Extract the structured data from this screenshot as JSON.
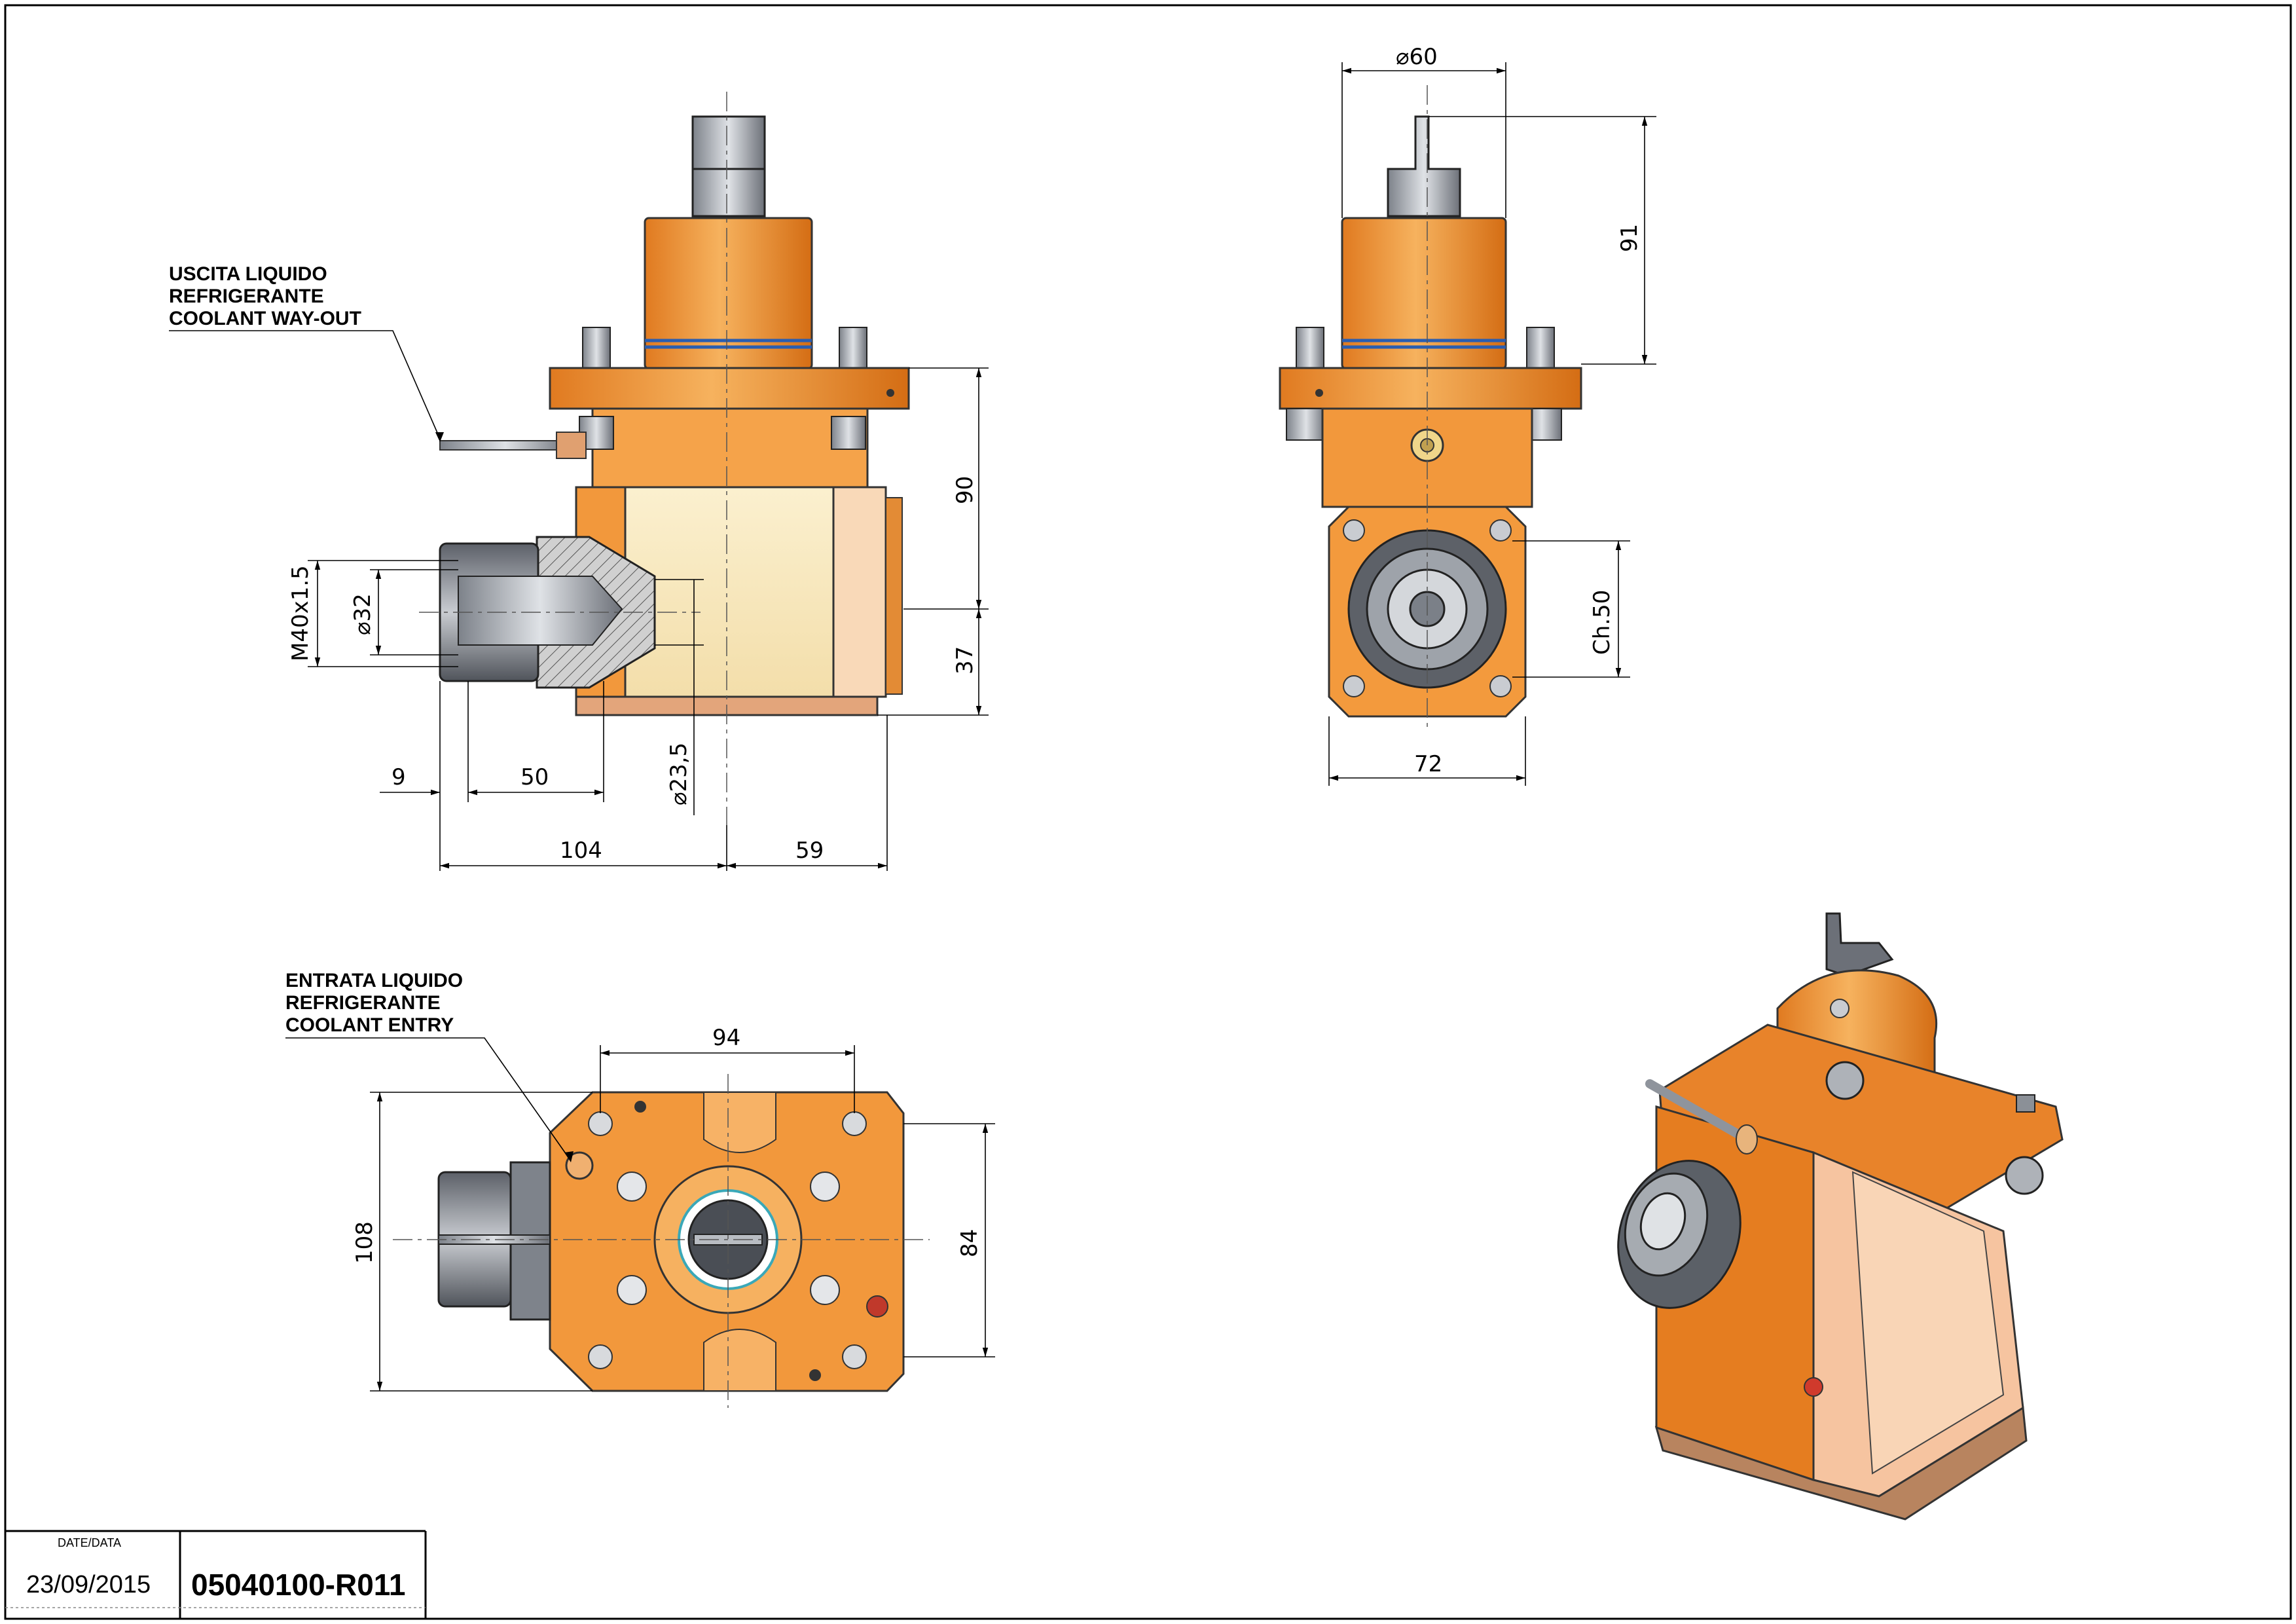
{
  "notes": {
    "coolant_out_it1": "USCITA LIQUIDO",
    "coolant_out_it2": "REFRIGERANTE",
    "coolant_out_en": "COOLANT WAY-OUT",
    "coolant_in_it1": "ENTRATA LIQUIDO",
    "coolant_in_it2": "REFRIGERANTE",
    "coolant_in_en": "COOLANT ENTRY"
  },
  "side_view": {
    "dim_90": "90",
    "dim_37": "37",
    "dim_m40": "M40x1.5",
    "dim_d32": "⌀32",
    "dim_d23": "⌀23,5",
    "dim_9": "9",
    "dim_50": "50",
    "dim_104": "104",
    "dim_59": "59"
  },
  "front_view": {
    "dim_d60": "⌀60",
    "dim_91": "91",
    "dim_ch50": "Ch.50",
    "dim_72": "72"
  },
  "top_view": {
    "dim_94": "94",
    "dim_108": "108",
    "dim_84": "84"
  },
  "title_block": {
    "date_label": "DATE/DATA",
    "date": "23/09/2015",
    "code": "05040100-R011"
  },
  "colors": {
    "orange": "#f29a3a",
    "orange_dark": "#d9771f",
    "cream": "#f8e9bf",
    "copper": "#d9a07a",
    "grey": "#8f949c"
  }
}
